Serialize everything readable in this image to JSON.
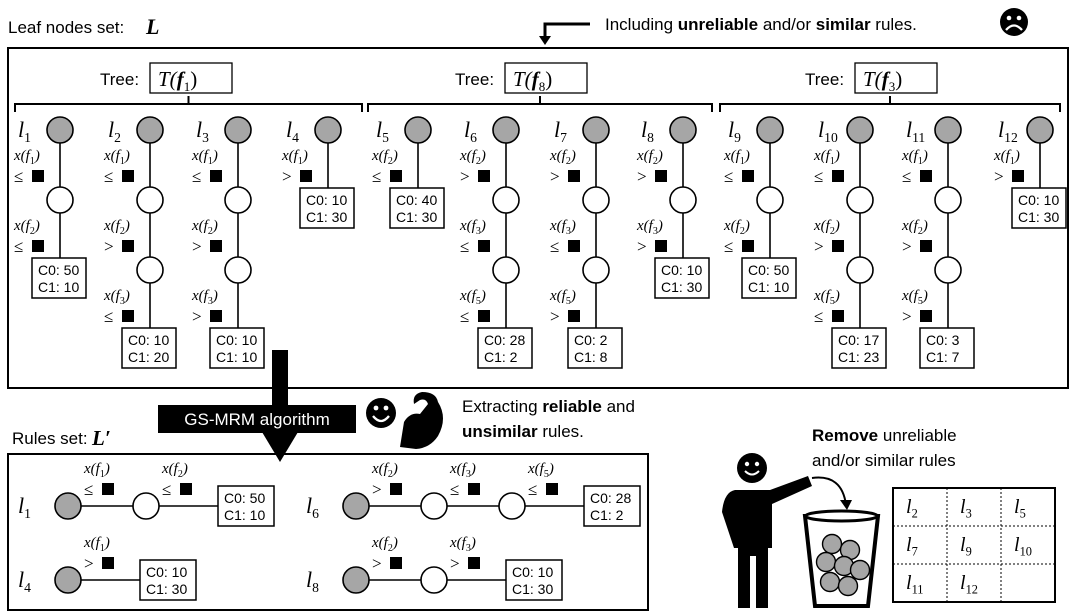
{
  "header": {
    "leaf_set_label": "Leaf nodes set:",
    "leaf_set_symbol": "L",
    "warning_pre": "Including ",
    "warning_bold1": "unreliable",
    "warning_mid": " and/or ",
    "warning_bold2": "similar",
    "warning_post": " rules."
  },
  "trees": [
    {
      "label": "Tree:",
      "func": "T(f",
      "sub": "1",
      "close": ")"
    },
    {
      "label": "Tree:",
      "func": "T(f",
      "sub": "8",
      "close": ")"
    },
    {
      "label": "Tree:",
      "func": "T(f",
      "sub": "3",
      "close": ")"
    }
  ],
  "leaves": [
    {
      "id": "l1",
      "name": "l",
      "sub": "1",
      "conds": [
        {
          "f": "f1",
          "op": "≤"
        },
        {
          "f": "f2",
          "op": "≤"
        }
      ],
      "c0": "C0: 50",
      "c1": "C1: 10"
    },
    {
      "id": "l2",
      "name": "l",
      "sub": "2",
      "conds": [
        {
          "f": "f1",
          "op": "≤"
        },
        {
          "f": "f2",
          "op": ">"
        },
        {
          "f": "f3",
          "op": "≤"
        }
      ],
      "c0": "C0: 10",
      "c1": "C1: 20"
    },
    {
      "id": "l3",
      "name": "l",
      "sub": "3",
      "conds": [
        {
          "f": "f1",
          "op": "≤"
        },
        {
          "f": "f2",
          "op": ">"
        },
        {
          "f": "f3",
          "op": ">"
        }
      ],
      "c0": "C0: 10",
      "c1": "C1: 10"
    },
    {
      "id": "l4",
      "name": "l",
      "sub": "4",
      "conds": [
        {
          "f": "f1",
          "op": ">"
        }
      ],
      "c0": "C0: 10",
      "c1": "C1: 30"
    },
    {
      "id": "l5",
      "name": "l",
      "sub": "5",
      "conds": [
        {
          "f": "f2",
          "op": "≤"
        }
      ],
      "c0": "C0: 40",
      "c1": "C1: 30"
    },
    {
      "id": "l6",
      "name": "l",
      "sub": "6",
      "conds": [
        {
          "f": "f2",
          "op": ">"
        },
        {
          "f": "f3",
          "op": "≤"
        },
        {
          "f": "f5",
          "op": "≤"
        }
      ],
      "c0": "C0: 28",
      "c1": "C1: 2"
    },
    {
      "id": "l7",
      "name": "l",
      "sub": "7",
      "conds": [
        {
          "f": "f2",
          "op": ">"
        },
        {
          "f": "f3",
          "op": "≤"
        },
        {
          "f": "f5",
          "op": ">"
        }
      ],
      "c0": "C0: 2",
      "c1": "C1: 8"
    },
    {
      "id": "l8",
      "name": "l",
      "sub": "8",
      "conds": [
        {
          "f": "f2",
          "op": ">"
        },
        {
          "f": "f3",
          "op": ">"
        }
      ],
      "c0": "C0: 10",
      "c1": "C1: 30"
    },
    {
      "id": "l9",
      "name": "l",
      "sub": "9",
      "conds": [
        {
          "f": "f1",
          "op": "≤"
        },
        {
          "f": "f2",
          "op": "≤"
        }
      ],
      "c0": "C0: 50",
      "c1": "C1: 10"
    },
    {
      "id": "l10",
      "name": "l",
      "sub": "10",
      "conds": [
        {
          "f": "f1",
          "op": "≤"
        },
        {
          "f": "f2",
          "op": ">"
        },
        {
          "f": "f5",
          "op": "≤"
        }
      ],
      "c0": "C0: 17",
      "c1": "C1: 23"
    },
    {
      "id": "l11",
      "name": "l",
      "sub": "11",
      "conds": [
        {
          "f": "f1",
          "op": "≤"
        },
        {
          "f": "f2",
          "op": ">"
        },
        {
          "f": "f5",
          "op": ">"
        }
      ],
      "c0": "C0: 3",
      "c1": "C1: 7"
    },
    {
      "id": "l12",
      "name": "l",
      "sub": "12",
      "conds": [
        {
          "f": "f1",
          "op": ">"
        }
      ],
      "c0": "C0: 10",
      "c1": "C1: 30"
    }
  ],
  "algorithm": {
    "label": "GS-MRM algorithm",
    "note_pre": "Extracting ",
    "note_bold1": "reliable",
    "note_mid": " and",
    "note_bold2": "unsimilar",
    "note_post": " rules."
  },
  "rules_set": {
    "label": "Rules set:",
    "symbol": "L′",
    "rules": [
      {
        "id": "l1",
        "name": "l",
        "sub": "1",
        "conds": [
          {
            "f": "f1",
            "op": "≤"
          },
          {
            "f": "f2",
            "op": "≤"
          }
        ],
        "c0": "C0: 50",
        "c1": "C1: 10"
      },
      {
        "id": "l6",
        "name": "l",
        "sub": "6",
        "conds": [
          {
            "f": "f2",
            "op": ">"
          },
          {
            "f": "f3",
            "op": "≤"
          },
          {
            "f": "f5",
            "op": "≤"
          }
        ],
        "c0": "C0: 28",
        "c1": "C1: 2"
      },
      {
        "id": "l4",
        "name": "l",
        "sub": "4",
        "conds": [
          {
            "f": "f1",
            "op": ">"
          }
        ],
        "c0": "C0: 10",
        "c1": "C1: 30"
      },
      {
        "id": "l8",
        "name": "l",
        "sub": "8",
        "conds": [
          {
            "f": "f2",
            "op": ">"
          },
          {
            "f": "f3",
            "op": ">"
          }
        ],
        "c0": "C0: 10",
        "c1": "C1: 30"
      }
    ]
  },
  "remove": {
    "bold": "Remove",
    "rest1": " unreliable",
    "rest2": "and/or similar rules",
    "grid": [
      {
        "n": "l",
        "s": "2"
      },
      {
        "n": "l",
        "s": "3"
      },
      {
        "n": "l",
        "s": "5"
      },
      {
        "n": "l",
        "s": "7"
      },
      {
        "n": "l",
        "s": "9"
      },
      {
        "n": "l",
        "s": "10"
      },
      {
        "n": "l",
        "s": "11"
      },
      {
        "n": "l",
        "s": "12"
      },
      {
        "n": "",
        "s": ""
      }
    ]
  },
  "colors": {
    "node_fill_root": "#a6a6a6",
    "node_fill": "#ffffff",
    "stroke": "#000000"
  }
}
